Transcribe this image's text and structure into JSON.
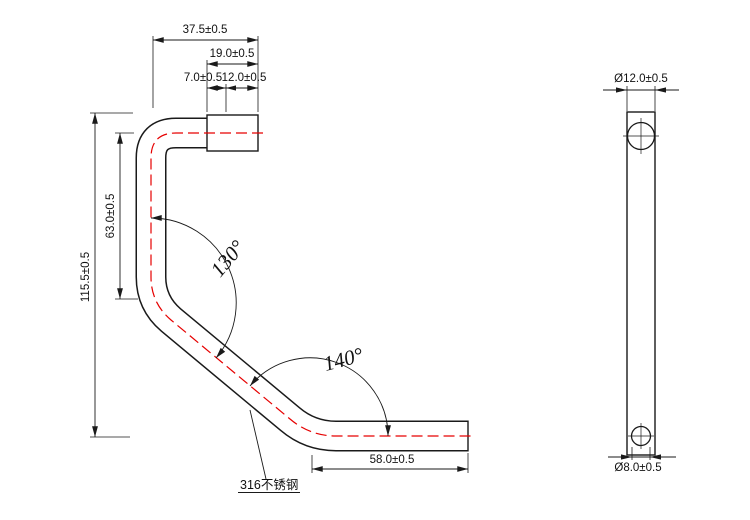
{
  "colors": {
    "centerline": "#e60000",
    "line": "#1a1a1a"
  },
  "front_view": {
    "dims": {
      "total_width": "37.5±0.5",
      "socket_length": "19.0±0.5",
      "socket_seg_a": "7.0±0.5",
      "socket_seg_b": "12.0±0.5",
      "total_height": "115.5±0.5",
      "upper_height": "63.0±0.5",
      "angle_upper": "130°",
      "angle_lower": "140°",
      "bottom_length": "58.0±0.5"
    },
    "material_label": "316不锈钢"
  },
  "side_view": {
    "dims": {
      "outer_diameter": "Ø12.0±0.5",
      "inner_diameter": "Ø8.0±0.5"
    }
  }
}
